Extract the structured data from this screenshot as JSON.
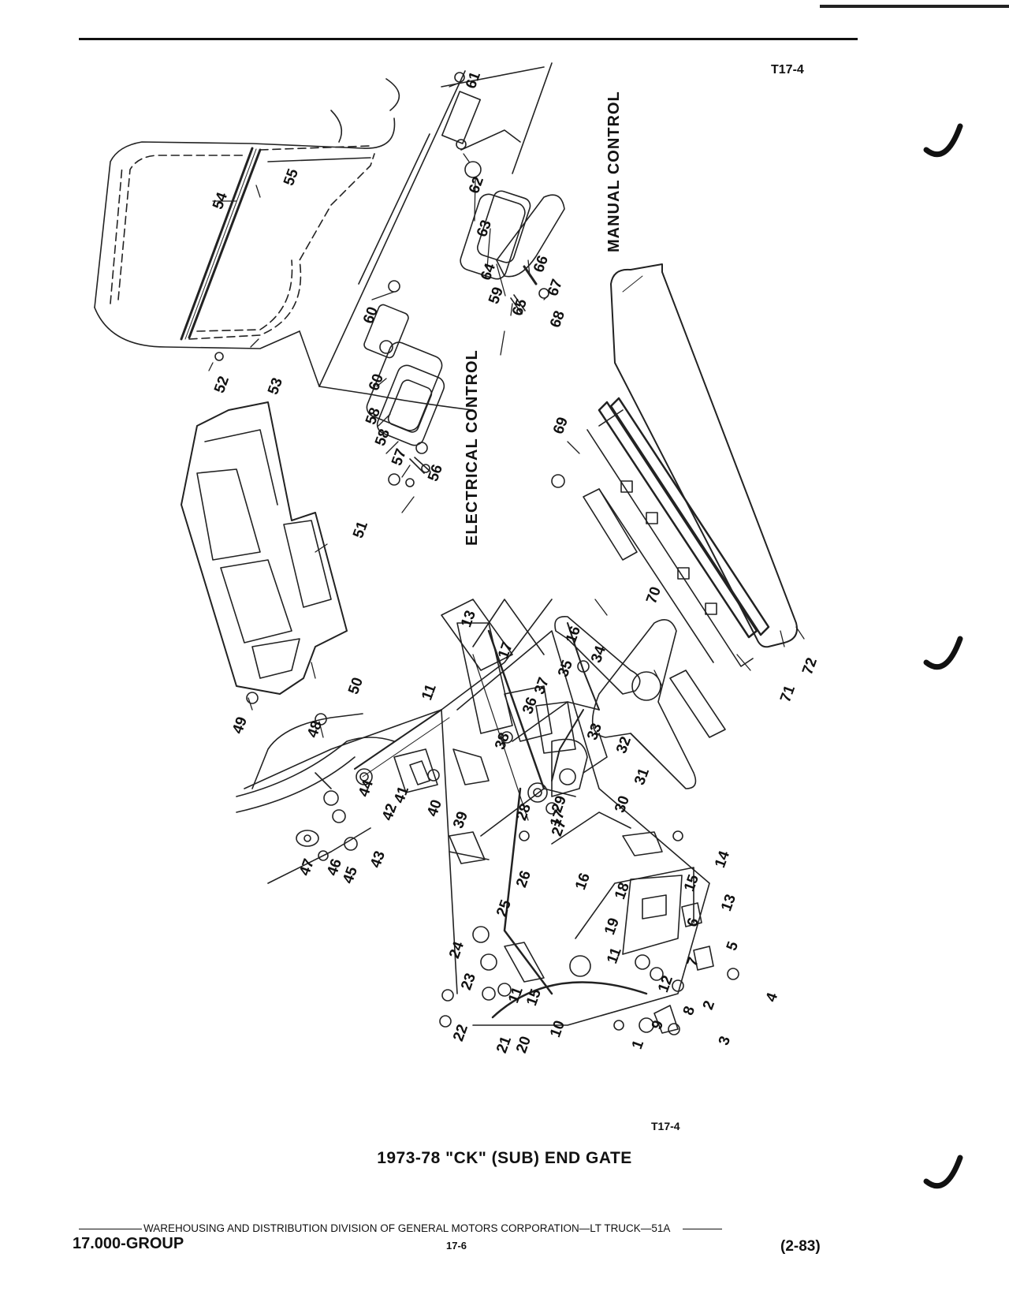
{
  "header": {
    "figure_code": "T17-4"
  },
  "diagram": {
    "figure_code_bottom": "T17-4",
    "caption": "1973-78 \"CK\" (SUB) END GATE",
    "sections": {
      "manual": "MANUAL CONTROL",
      "electrical": "ELECTRICAL CONTROL"
    },
    "callouts": [
      "1",
      "2",
      "3",
      "4",
      "5",
      "6",
      "7",
      "8",
      "9",
      "10",
      "11",
      "11",
      "11",
      "12",
      "13",
      "13",
      "14",
      "15",
      "15",
      "16",
      "16",
      "17",
      "17",
      "18",
      "19",
      "20",
      "21",
      "22",
      "23",
      "24",
      "25",
      "26",
      "27",
      "28",
      "29",
      "30",
      "31",
      "32",
      "33",
      "34",
      "35",
      "36",
      "37",
      "38",
      "39",
      "40",
      "41",
      "42",
      "43",
      "44",
      "45",
      "46",
      "47",
      "48",
      "49",
      "50",
      "51",
      "52",
      "53",
      "54",
      "55",
      "56",
      "57",
      "58",
      "58",
      "59",
      "60",
      "60",
      "61",
      "62",
      "63",
      "64",
      "65",
      "66",
      "67",
      "68",
      "69",
      "70",
      "71",
      "72"
    ]
  },
  "footer": {
    "publisher": "WAREHOUSING AND DISTRIBUTION  DIVISION OF GENERAL MOTORS CORPORATION—LT TRUCK—51A",
    "group": "17.000-GROUP",
    "page": "17-6",
    "date": "(2-83)"
  },
  "colors": {
    "ink": "#111111",
    "paper": "#ffffff"
  }
}
